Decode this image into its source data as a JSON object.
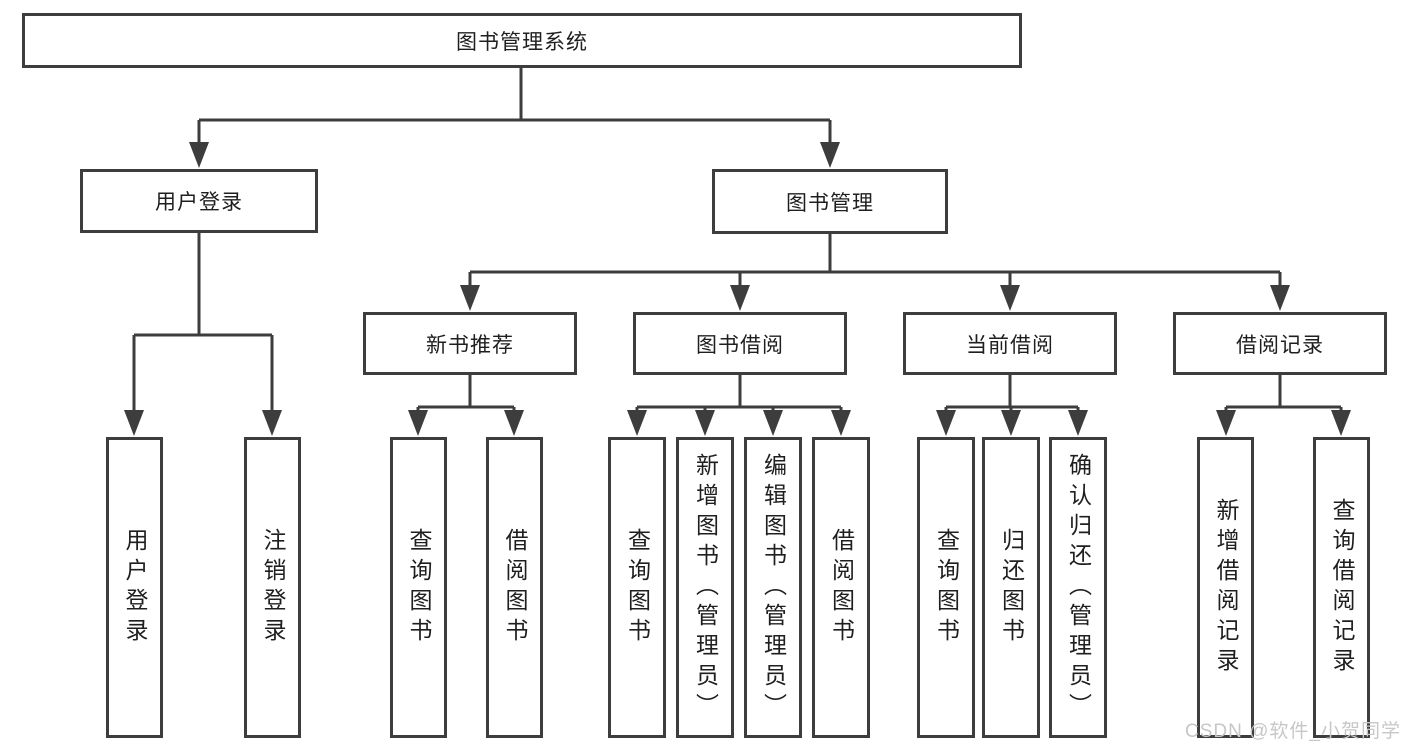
{
  "tree": {
    "root": {
      "label": "图书管理系统",
      "children": [
        {
          "label": "用户登录",
          "children": [
            {
              "label": "用户登录"
            },
            {
              "label": "注销登录"
            }
          ]
        },
        {
          "label": "图书管理",
          "children": [
            {
              "label": "新书推荐",
              "children": [
                {
                  "label": "查询图书"
                },
                {
                  "label": "借阅图书"
                }
              ]
            },
            {
              "label": "图书借阅",
              "children": [
                {
                  "label": "查询图书"
                },
                {
                  "label": "新增图书（管理员）"
                },
                {
                  "label": "编辑图书（管理员）"
                },
                {
                  "label": "借阅图书"
                }
              ]
            },
            {
              "label": "当前借阅",
              "children": [
                {
                  "label": "查询图书"
                },
                {
                  "label": "归还图书"
                },
                {
                  "label": "确认归还（管理员）"
                }
              ]
            },
            {
              "label": "借阅记录",
              "children": [
                {
                  "label": "新增借阅记录"
                },
                {
                  "label": "查询借阅记录"
                }
              ]
            }
          ]
        }
      ]
    }
  },
  "watermark": {
    "text": "CSDN @软件_小贺同学"
  },
  "colors": {
    "line": "#3d3d3d",
    "text": "#1f1f1f",
    "watermark": "#c7c7c7",
    "background": "#ffffff"
  }
}
